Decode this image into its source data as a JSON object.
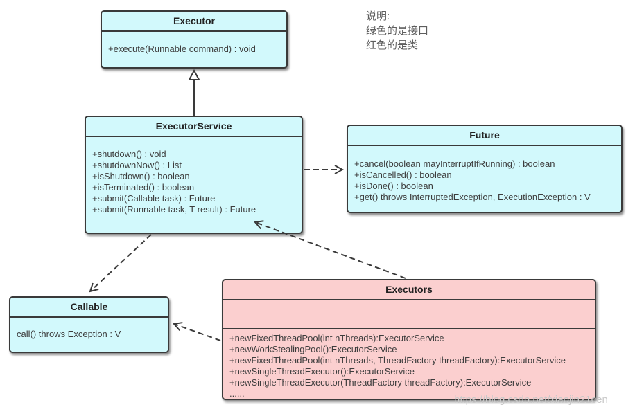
{
  "legend": {
    "lines": [
      "说明:",
      "绿色的是接口",
      "红色的是类"
    ]
  },
  "watermark": {
    "text": "https://blog.csdn.net/xiaojin21cen"
  },
  "colors": {
    "interface_fill": "#d2f9fc",
    "class_fill": "#fbcfcf",
    "border": "#3a3a3a"
  },
  "classes": {
    "executor": {
      "name": "Executor",
      "methods": [
        "+execute(Runnable command) : void"
      ]
    },
    "executor_service": {
      "name": "ExecutorService",
      "methods": [
        "+shutdown() : void",
        "+shutdownNow() : List",
        "+isShutdown() : boolean",
        "+isTerminated() : boolean",
        "+submit(Callable task) : Future",
        "+submit(Runnable task, T result) : Future"
      ]
    },
    "future": {
      "name": "Future",
      "methods": [
        "+cancel(boolean mayInterruptIfRunning) : boolean",
        "+isCancelled() : boolean",
        "+isDone() : boolean",
        "+get() throws InterruptedException, ExecutionException : V"
      ]
    },
    "callable": {
      "name": "Callable",
      "methods": [
        "call() throws Exception : V"
      ]
    },
    "executors": {
      "name": "Executors",
      "methods": [
        "+newFixedThreadPool(int nThreads):ExecutorService",
        "+newWorkStealingPool():ExecutorService",
        "+newFixedThreadPool(int nThreads, ThreadFactory threadFactory):ExecutorService",
        "+newSingleThreadExecutor():ExecutorService",
        "+newSingleThreadExecutor(ThreadFactory threadFactory):ExecutorService",
        "......"
      ]
    }
  },
  "relations": [
    {
      "from": "ExecutorService",
      "to": "Executor",
      "type": "generalization-solid-hollow-arrow"
    },
    {
      "from": "ExecutorService",
      "to": "Future",
      "type": "dependency-dashed"
    },
    {
      "from": "ExecutorService",
      "to": "Callable",
      "type": "dependency-dashed"
    },
    {
      "from": "Executors",
      "to": "ExecutorService",
      "type": "dependency-dashed"
    },
    {
      "from": "Executors",
      "to": "Callable",
      "type": "dependency-dashed"
    }
  ]
}
